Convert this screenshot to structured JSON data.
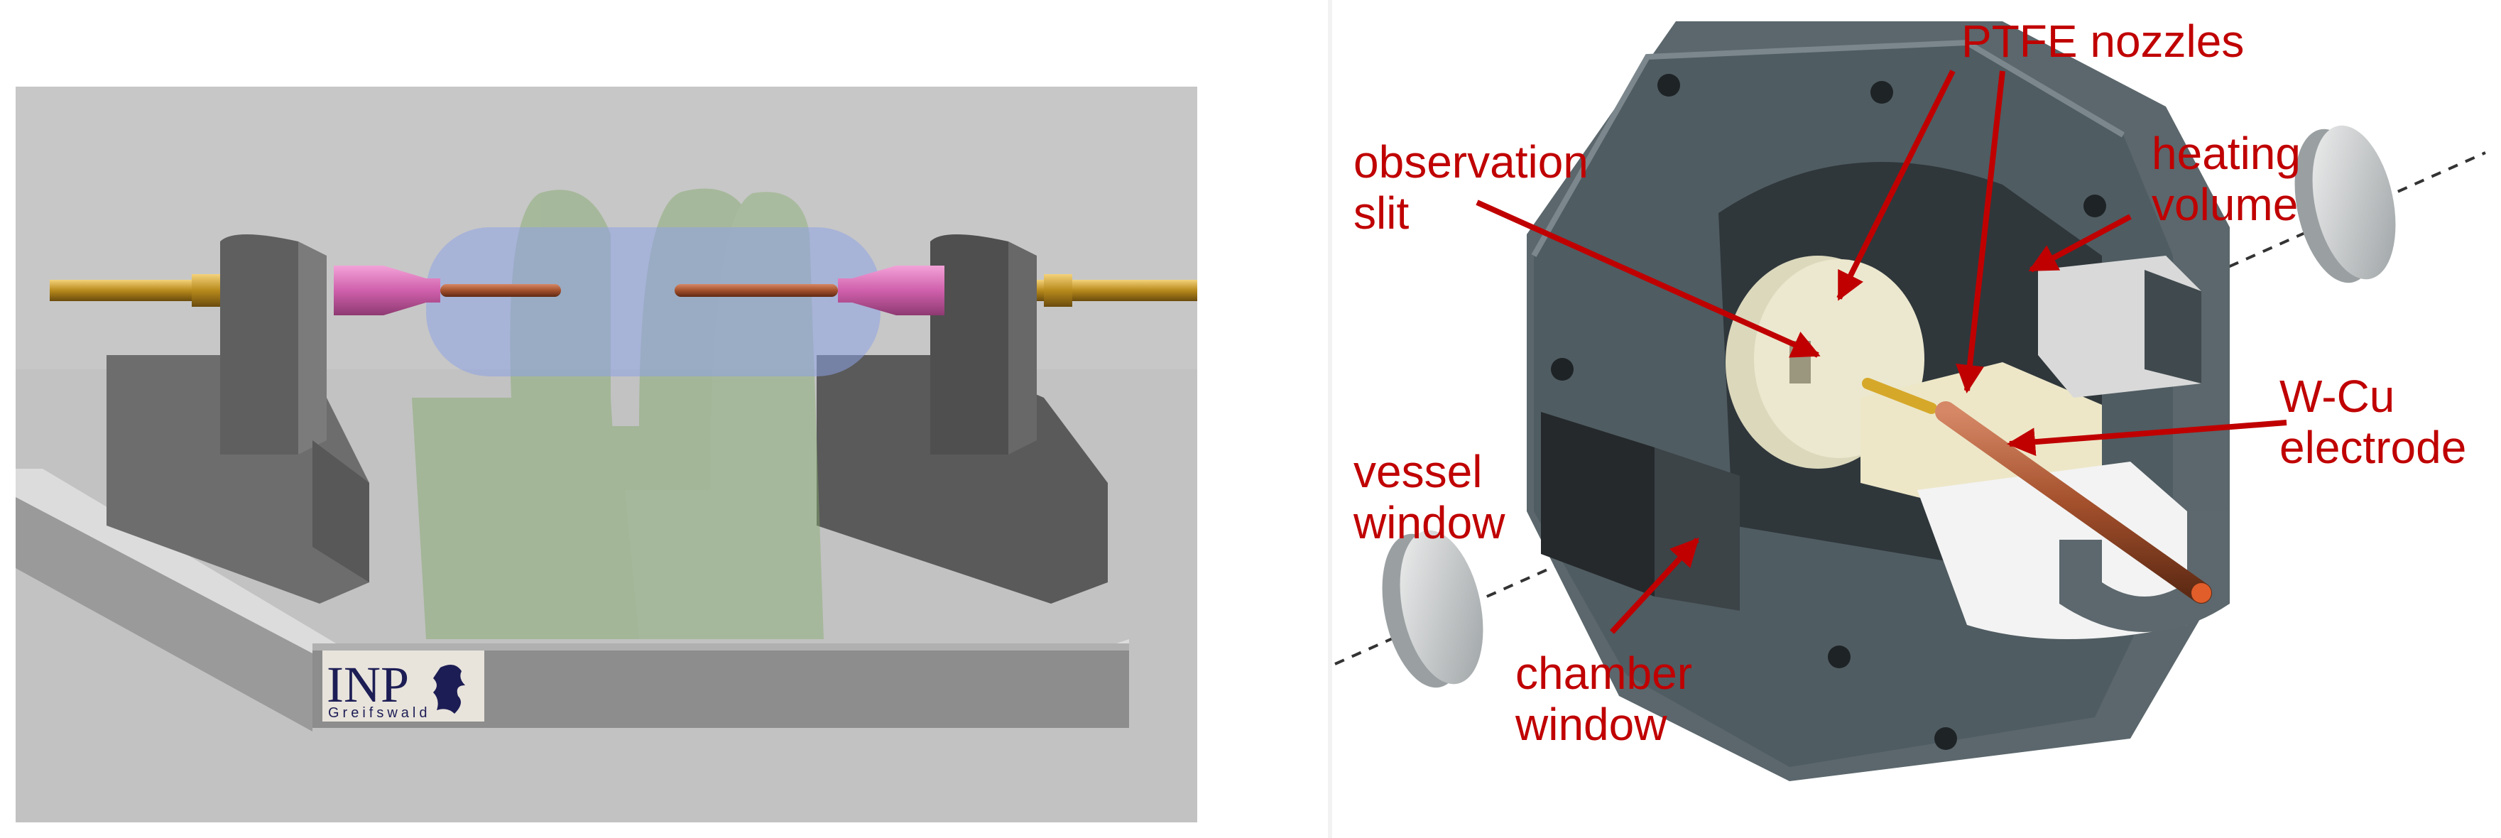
{
  "left_panel": {
    "logo": {
      "main": "INP",
      "sub": "Greifswald"
    }
  },
  "right_panel": {
    "labels": {
      "ptfe": "PTFE nozzles",
      "observation": "observation\nslit",
      "heating": "heating\nvolume",
      "wcu": "W-Cu\nelectrode",
      "vessel": "vessel\nwindow",
      "chamber": "chamber\nwindow"
    },
    "colors": {
      "callout": "#c00000",
      "housing": "#4f5c62",
      "copper": "#a4502c",
      "ptfe": "#ece8cf"
    }
  }
}
